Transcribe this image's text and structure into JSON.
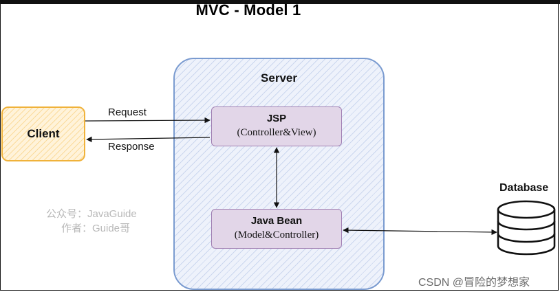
{
  "title": "MVC  - Model 1",
  "server": {
    "label": "Server"
  },
  "client": {
    "label": "Client"
  },
  "jsp": {
    "title": "JSP",
    "subtitle": "(Controller&View)"
  },
  "bean": {
    "title": "Java Bean",
    "subtitle": "(Model&Controller)"
  },
  "arrows": {
    "request": "Request",
    "response": "Response"
  },
  "database": {
    "label": "Database",
    "icon": "database-icon"
  },
  "watermark": {
    "line1": "公众号：JavaGuide",
    "line2": "作者：Guide哥"
  },
  "csdn": "CSDN @冒险的梦想家",
  "colors": {
    "server_border": "#7a9bd0",
    "server_fill": "#eef2fb",
    "client_border": "#f0b23a",
    "client_fill": "#fff3da",
    "component_fill": "#e2d6e8",
    "component_border": "#a07fb2"
  }
}
